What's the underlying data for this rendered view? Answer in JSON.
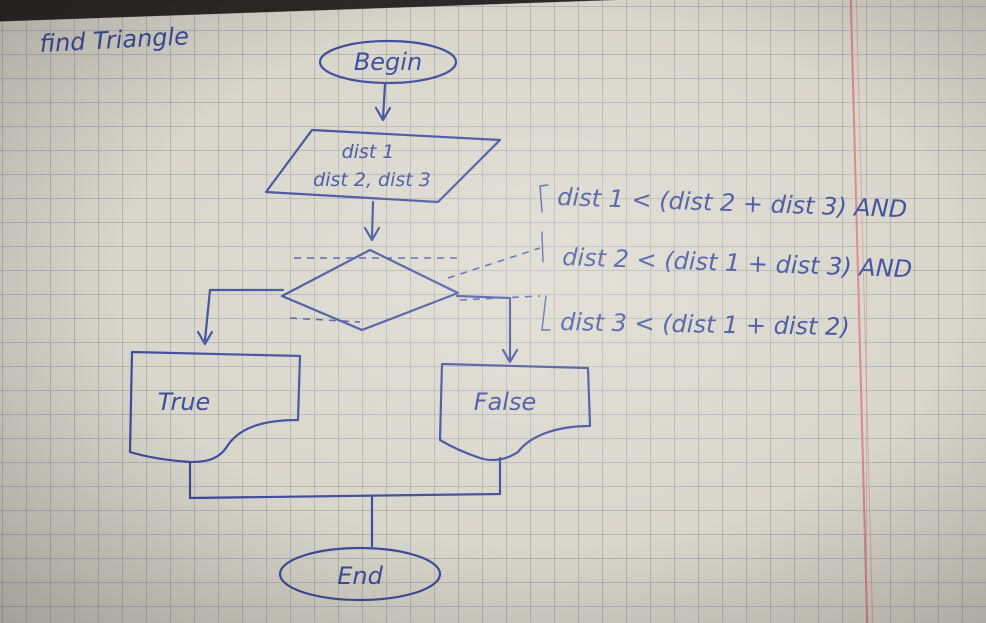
{
  "title": "find Triangle",
  "nodes": {
    "begin": "Begin",
    "input_line1": "dist 1",
    "input_line2": "dist 2, dist 3",
    "true_label": "True",
    "false_label": "False",
    "end": "End"
  },
  "condition": {
    "line1": "dist 1 < (dist 2 + dist 3) AND",
    "line2": "dist 2 < (dist 1 + dist 3) AND",
    "line3": "dist 3 < (dist 1 + dist 2)"
  },
  "colors": {
    "ink": "#3d4e9c",
    "paper": "#d9d6cc",
    "grid": "#8a939c",
    "margin": "#d9868a"
  }
}
